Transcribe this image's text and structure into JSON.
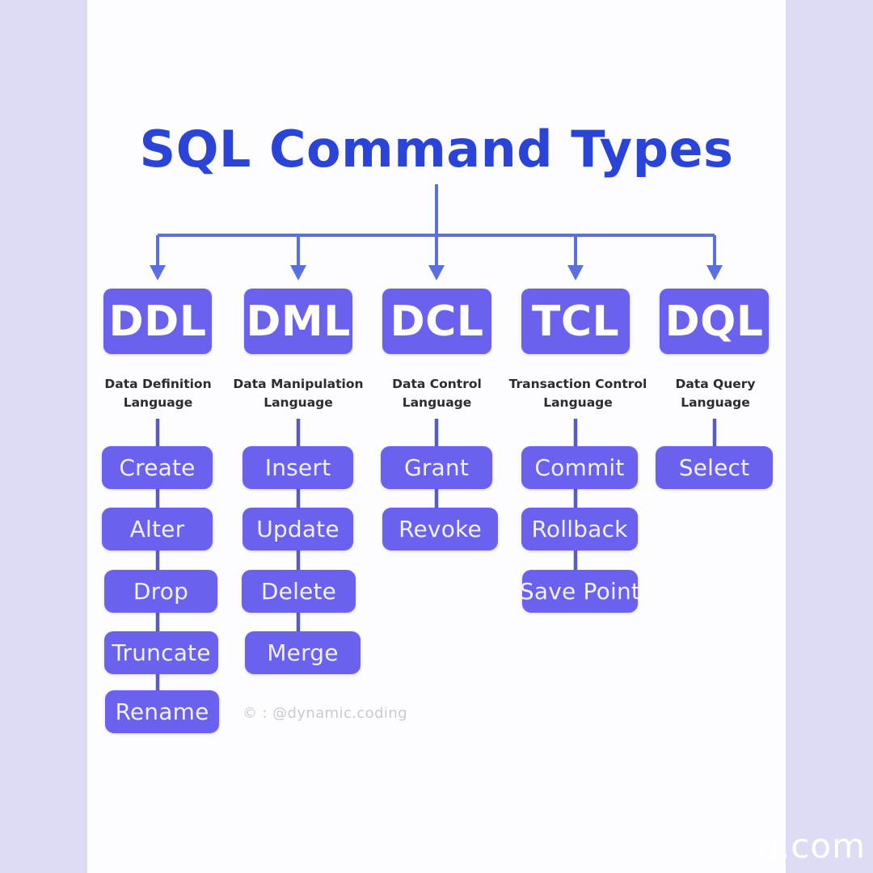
{
  "page": {
    "title": "SQL Command Types",
    "watermark": "© : @dynamic.coding",
    "corner_mark": "o.com",
    "colors": {
      "page_background": "#dcdcf4",
      "card_background": "#fdfdff",
      "title_blue": "#2b44d8",
      "box_purple": "#6a62ee",
      "connector_blue": "#5a6fe0",
      "caption_text": "#2c2c2e",
      "box_text": "#f2f1fd",
      "watermark_text": "#c9c9d4"
    }
  },
  "categories": [
    {
      "abbr": "DDL",
      "caption_line1": "Data Definition",
      "caption_line2": "Language",
      "commands": [
        "Create",
        "Alter",
        "Drop",
        "Truncate",
        "Rename"
      ]
    },
    {
      "abbr": "DML",
      "caption_line1": "Data Manipulation",
      "caption_line2": "Language",
      "commands": [
        "Insert",
        "Update",
        "Delete",
        "Merge"
      ]
    },
    {
      "abbr": "DCL",
      "caption_line1": "Data Control",
      "caption_line2": "Language",
      "commands": [
        "Grant",
        "Revoke"
      ]
    },
    {
      "abbr": "TCL",
      "caption_line1": "Transaction Control",
      "caption_line2": "Language",
      "commands": [
        "Commit",
        "Rollback",
        "Save Point"
      ]
    },
    {
      "abbr": "DQL",
      "caption_line1": "Data Query",
      "caption_line2": "Language",
      "commands": [
        "Select"
      ]
    }
  ]
}
